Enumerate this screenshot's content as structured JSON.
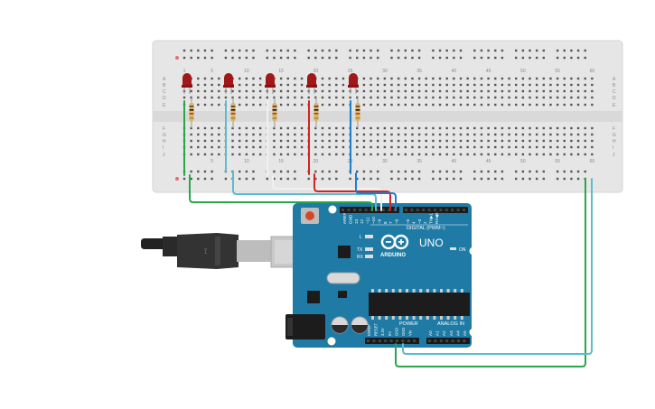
{
  "breadboard": {
    "col_numbers": [
      "1",
      "5",
      "10",
      "15",
      "20",
      "25",
      "30",
      "35",
      "40",
      "45",
      "50",
      "55",
      "60"
    ],
    "row_letters_top": [
      "A",
      "B",
      "C",
      "D",
      "E"
    ],
    "row_letters_bottom": [
      "F",
      "G",
      "H",
      "I",
      "J"
    ]
  },
  "leds": [
    {
      "color": "#a01818"
    },
    {
      "color": "#a01818"
    },
    {
      "color": "#a01818"
    },
    {
      "color": "#a01818"
    },
    {
      "color": "#a01818"
    }
  ],
  "wire_colors": [
    "#2aa64a",
    "#5bbccf",
    "#f0f0f0",
    "#d42222",
    "#1e7fc8"
  ],
  "arduino": {
    "board_color": "#1f7ba5",
    "model": "UNO",
    "brand": "ARDUINO",
    "on_label": "ON",
    "l_label": "L",
    "tx_label": "TX",
    "rx_label": "RX",
    "digital_label": "DIGITAL (PWM~)",
    "power_label": "POWER",
    "analog_label": "ANALOG IN",
    "top_pins": [
      "AREF",
      "GND",
      "13",
      "12",
      "~11",
      "~10",
      "~9",
      "8",
      "7",
      "~6",
      "~5",
      "4",
      "~3",
      "2",
      "TX▶1",
      "RX◀0"
    ],
    "power_pins": [
      "IOREF",
      "RESET",
      "3.3V",
      "5V",
      "GND",
      "GND",
      "Vin"
    ],
    "analog_pins": [
      "A0",
      "A1",
      "A2",
      "A3",
      "A4",
      "A5"
    ]
  }
}
